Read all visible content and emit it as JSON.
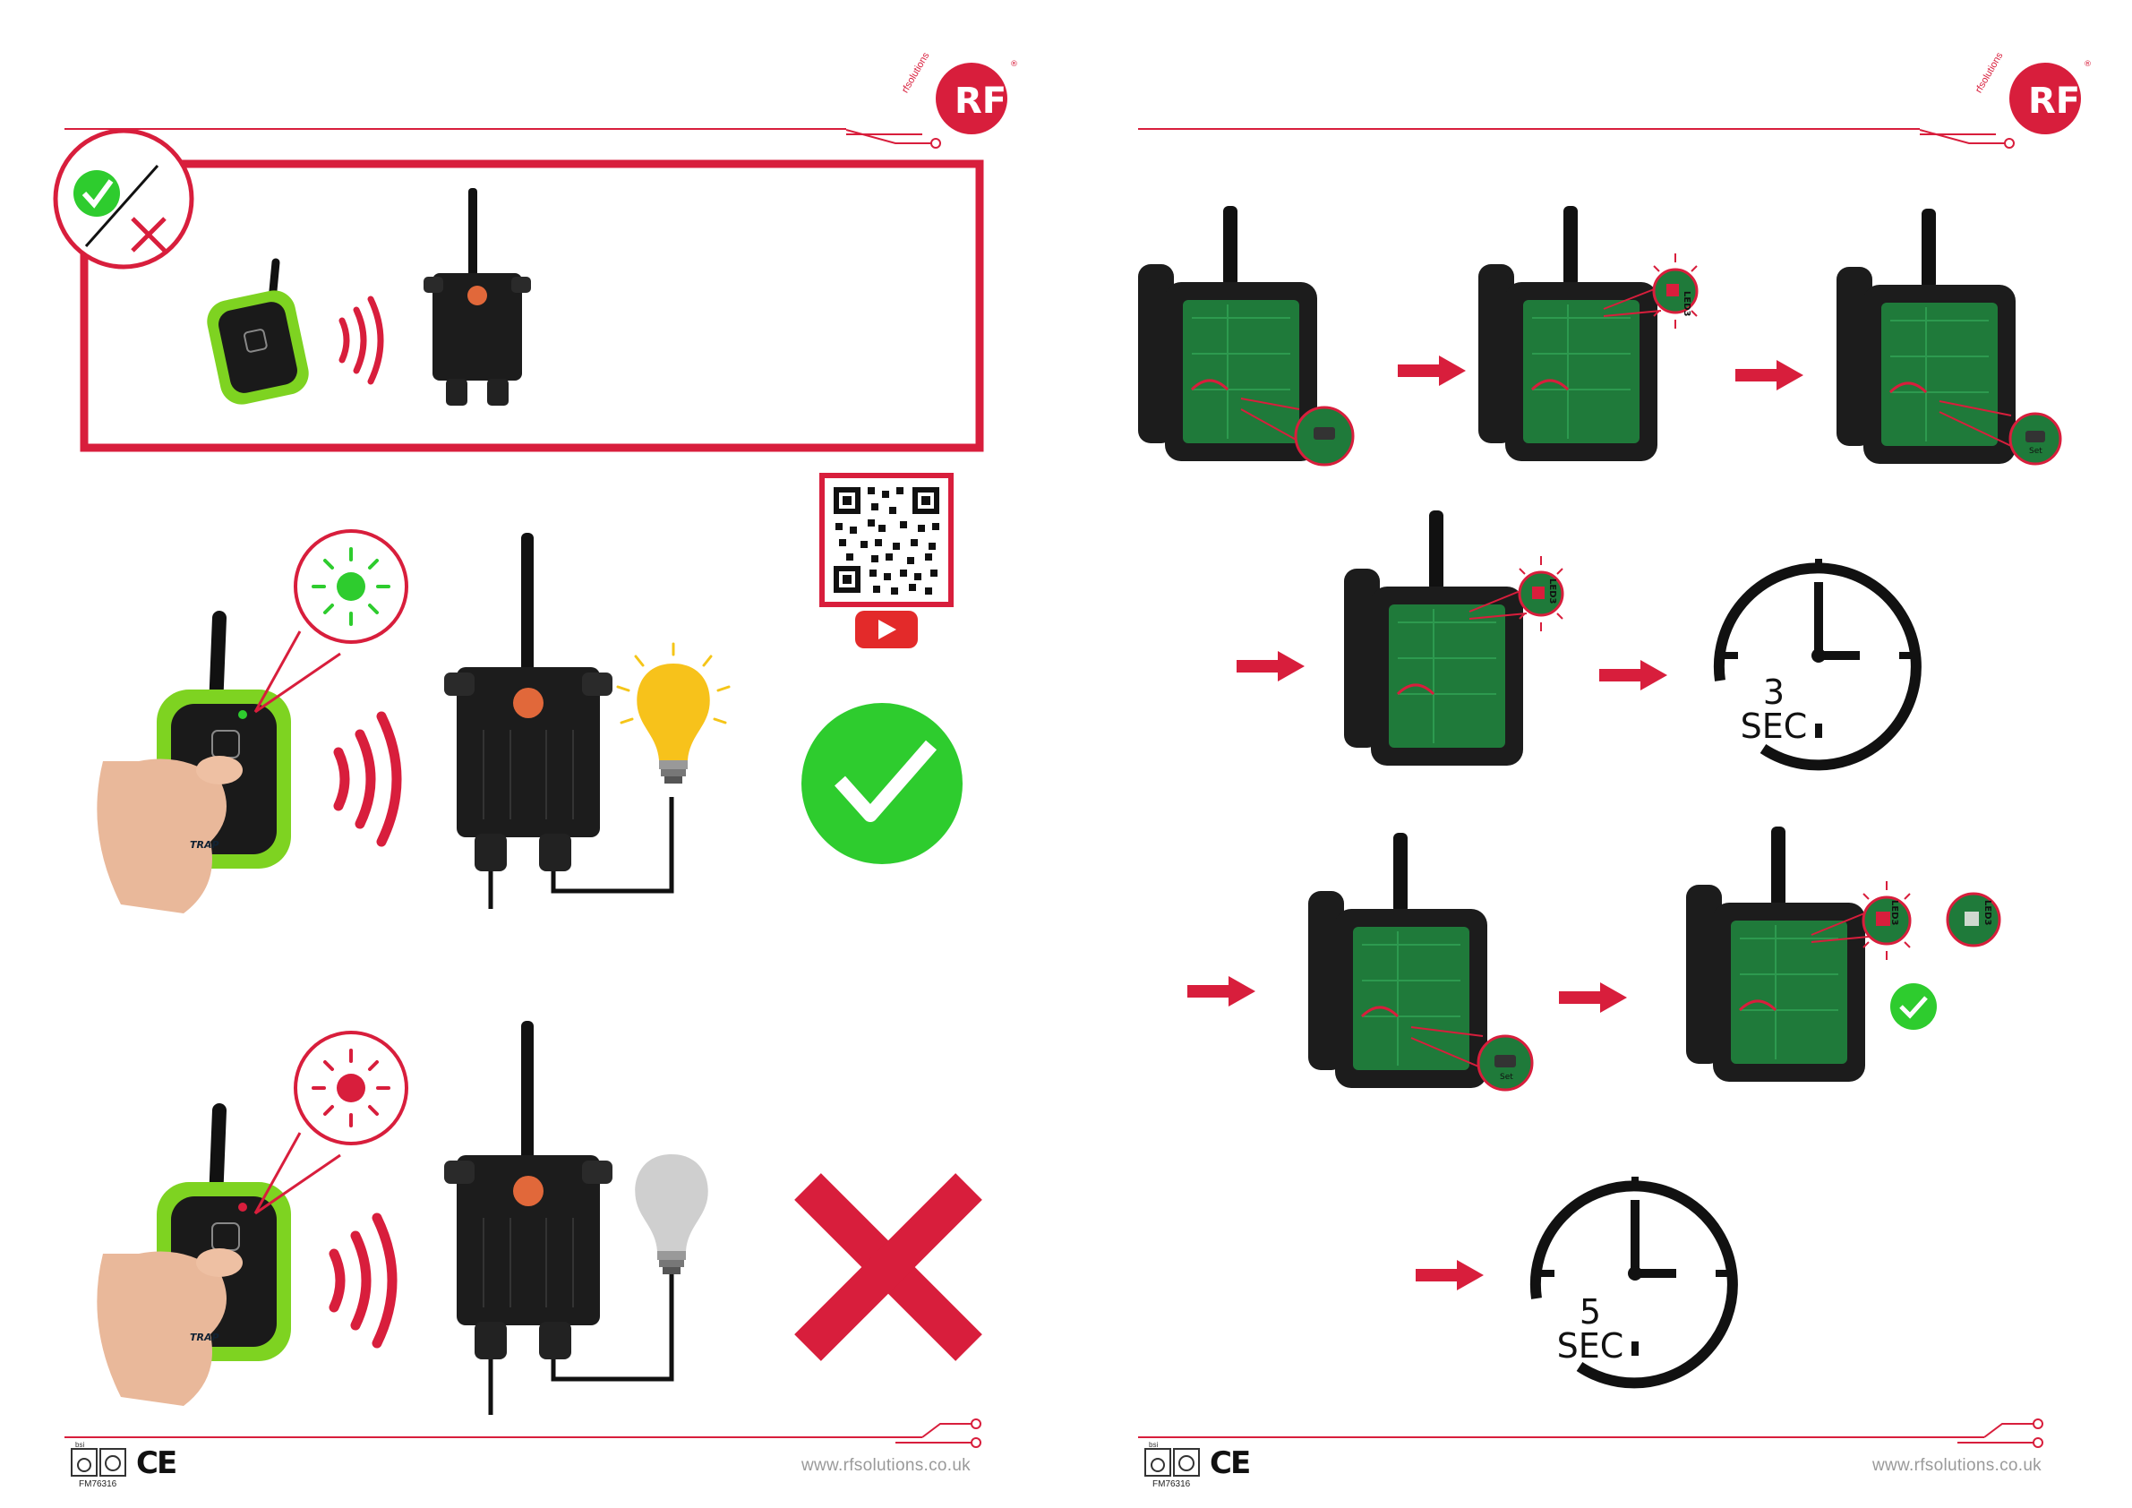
{
  "brand": {
    "logo_text": "RF",
    "logo_tagline": "rfsolutions",
    "website": "www.rfsolutions.co.uk",
    "form_code": "FM76316",
    "cert_mark": "CE",
    "bsi_label": "bsi"
  },
  "colors": {
    "brand_red": "#d81e3c",
    "device_green": "#7ed321",
    "success_green": "#2ecc2e",
    "pcb_green": "#1f7a3a"
  },
  "left_page": {
    "compat_icon": [
      "check-icon",
      "cross-icon"
    ],
    "device_label": "TRAP",
    "steps": [
      {
        "led": "green",
        "bulb": "on",
        "result": "check-icon"
      },
      {
        "led": "red",
        "bulb": "off",
        "result": "cross-icon"
      }
    ],
    "qr_code": "youtube-qr-code"
  },
  "right_page": {
    "led_label": "LED3",
    "button_label": "Set",
    "timers": [
      {
        "value": "3",
        "unit": "SEC"
      },
      {
        "value": "5",
        "unit": "SEC"
      }
    ]
  }
}
